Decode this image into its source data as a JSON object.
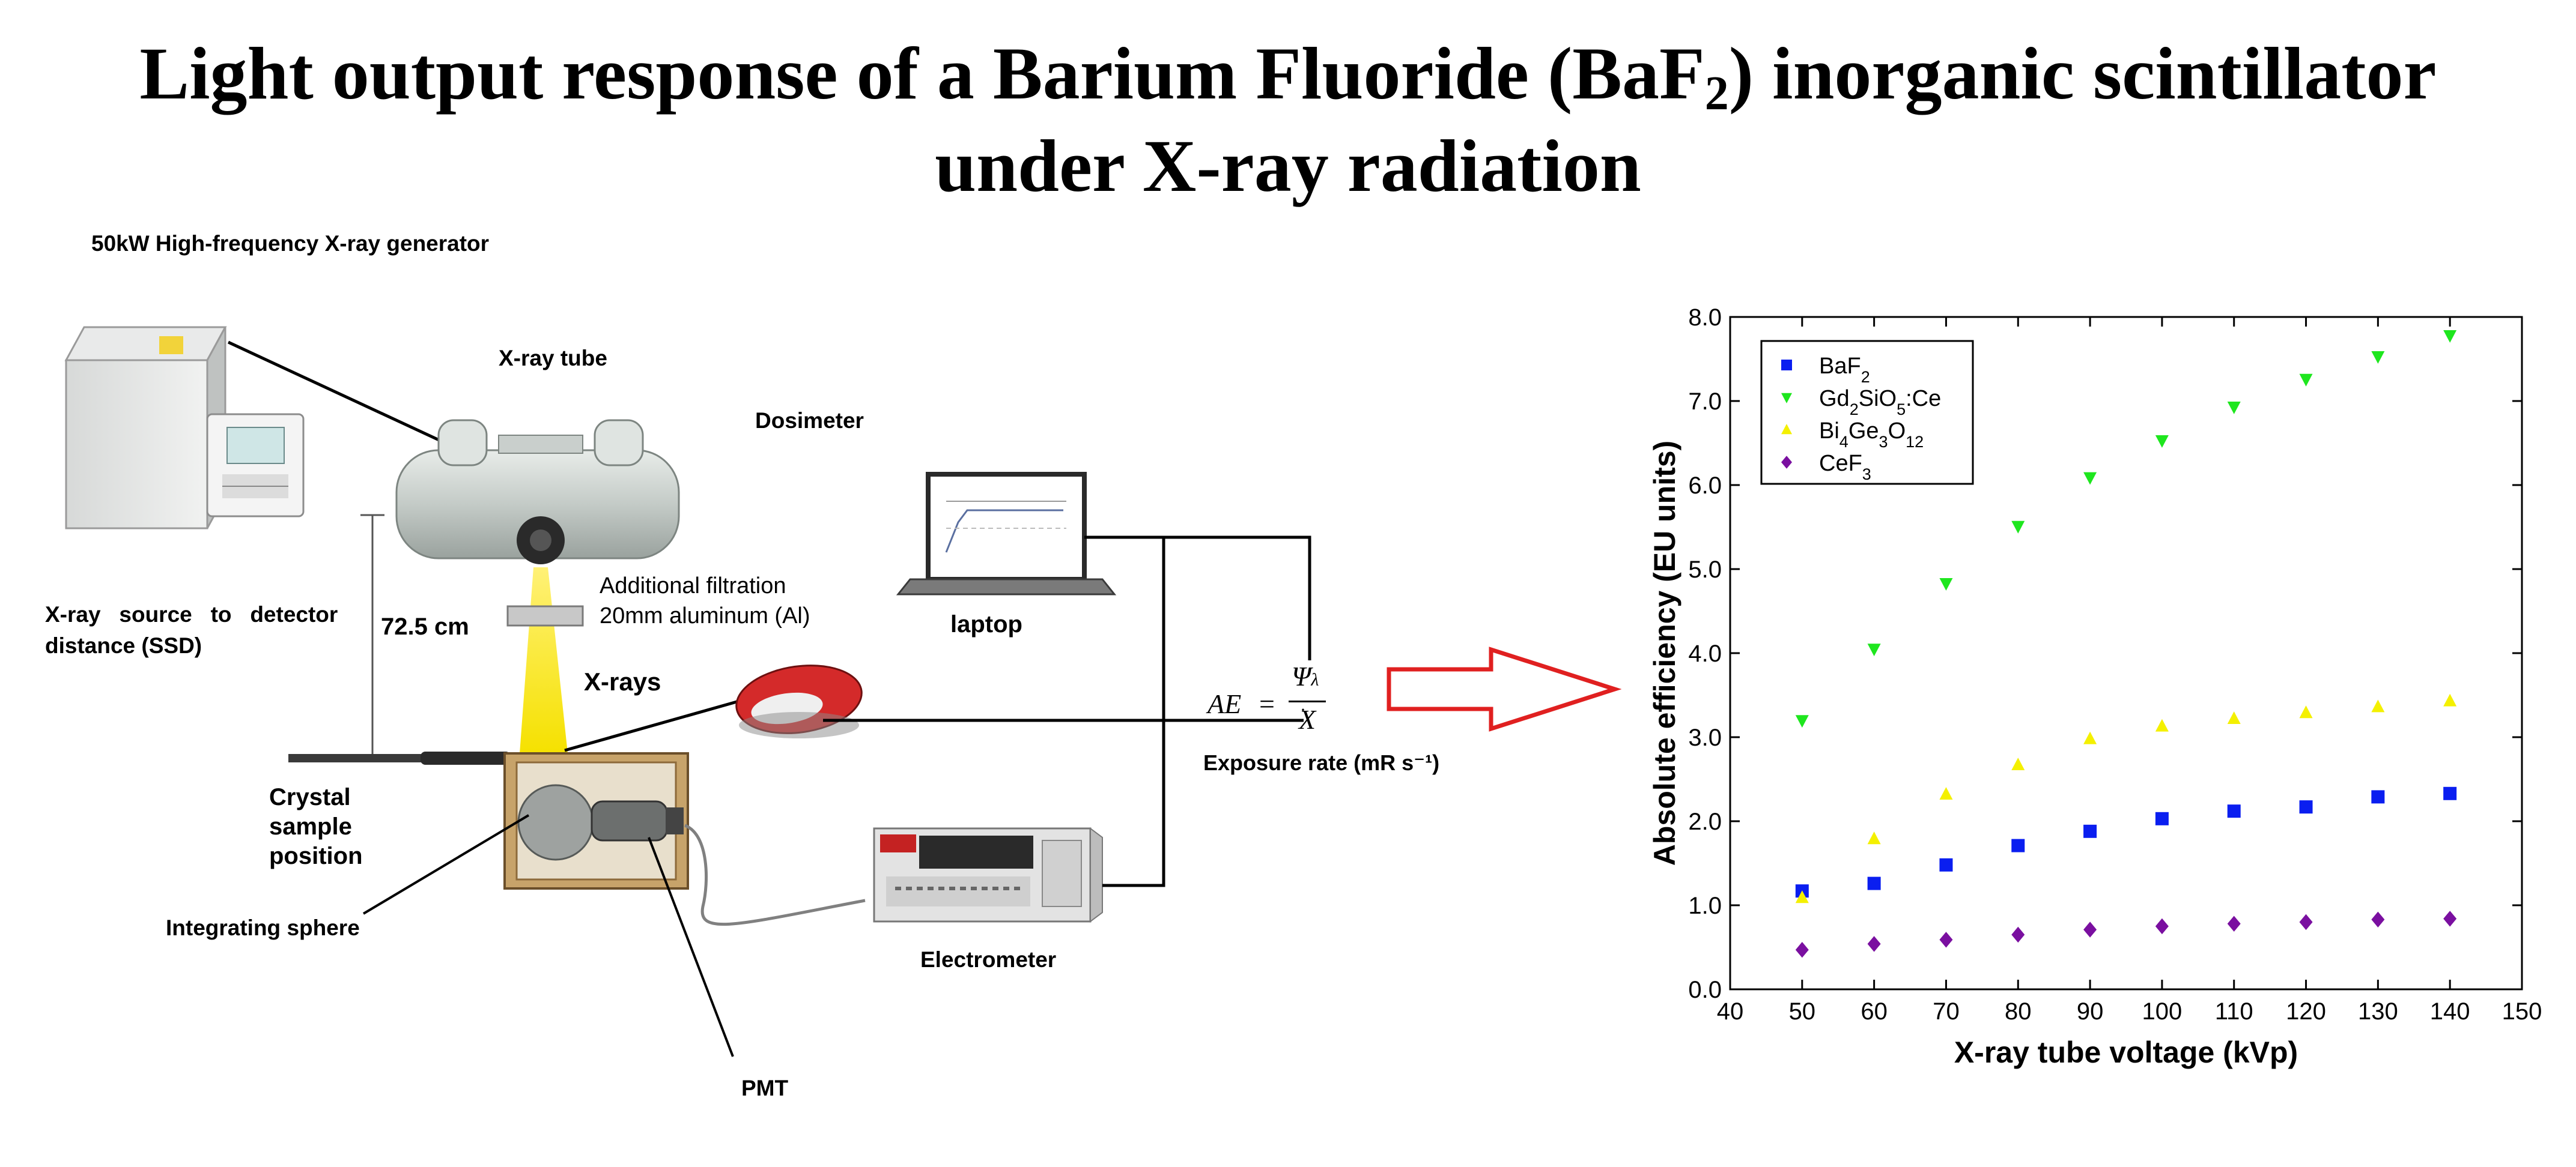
{
  "title": {
    "line1_pre": "Light output response of a Barium Fluoride (BaF",
    "line1_sub": "2",
    "line1_post": ") inorganic scintillator",
    "line2": "under X-ray radiation"
  },
  "setup": {
    "generator": "50kW High-frequency X-ray generator",
    "xray_tube": "X-ray tube",
    "dosimeter": "Dosimeter",
    "ssd_line1": "X-ray   source   to   detector",
    "ssd_line2": "distance (SSD)",
    "distance": "72.5 cm",
    "filtration_line1": "Additional filtration",
    "filtration_line2": "20mm aluminum (Al)",
    "xrays": "X-rays",
    "laptop": "laptop",
    "crystal_line1": "Crystal",
    "crystal_line2": "sample",
    "crystal_line3": "position",
    "sphere": "Integrating sphere",
    "electrometer": "Electrometer",
    "pmt": "PMT",
    "exposure": "Exposure rate (mR s⁻¹)",
    "formula_lhs": "AE",
    "formula_eq": "=",
    "formula_num": "Ψ",
    "formula_num_sub": "λ",
    "formula_den": "X"
  },
  "colors": {
    "arrow": "#e02020",
    "beam": "#f5e100",
    "device_red": "#d42a2a",
    "box_wood": "#b88c52"
  },
  "chart_data": {
    "type": "scatter",
    "xlabel": "X-ray tube voltage (kVp)",
    "ylabel": "Absolute efficiency (EU units)",
    "xlim": [
      40,
      150
    ],
    "ylim": [
      0,
      8
    ],
    "xticks": [
      "40",
      "50",
      "60",
      "70",
      "80",
      "90",
      "100",
      "110",
      "120",
      "130",
      "140",
      "150"
    ],
    "yticks": [
      "0.0",
      "1.0",
      "2.0",
      "3.0",
      "4.0",
      "5.0",
      "6.0",
      "7.0",
      "8.0"
    ],
    "legend_position": "top-left",
    "x": [
      50,
      60,
      70,
      80,
      90,
      100,
      110,
      120,
      130,
      140
    ],
    "series": [
      {
        "name": "BaF",
        "sub": "2",
        "tail": "",
        "marker": "square",
        "color": "#0a1ef0",
        "values": [
          1.17,
          1.26,
          1.48,
          1.71,
          1.88,
          2.03,
          2.12,
          2.17,
          2.29,
          2.33
        ]
      },
      {
        "name": "Gd",
        "sub": "2",
        "tail": "SiO",
        "sub2": "5",
        "tail2": ":Ce",
        "marker": "triangle-down",
        "color": "#1ee61e",
        "values": [
          3.2,
          4.05,
          4.83,
          5.51,
          6.09,
          6.53,
          6.93,
          7.26,
          7.53,
          7.78
        ]
      },
      {
        "name": "Bi",
        "sub": "4",
        "tail": "Ge",
        "sub2": "3",
        "tail2": "O",
        "sub3": "12",
        "marker": "triangle-up",
        "color": "#f4f000",
        "values": [
          1.09,
          1.79,
          2.32,
          2.67,
          2.98,
          3.13,
          3.22,
          3.29,
          3.36,
          3.43
        ]
      },
      {
        "name": "CeF",
        "sub": "3",
        "tail": "",
        "marker": "diamond",
        "color": "#7a0fa0",
        "values": [
          0.47,
          0.54,
          0.59,
          0.65,
          0.71,
          0.75,
          0.78,
          0.8,
          0.83,
          0.84
        ]
      }
    ]
  }
}
